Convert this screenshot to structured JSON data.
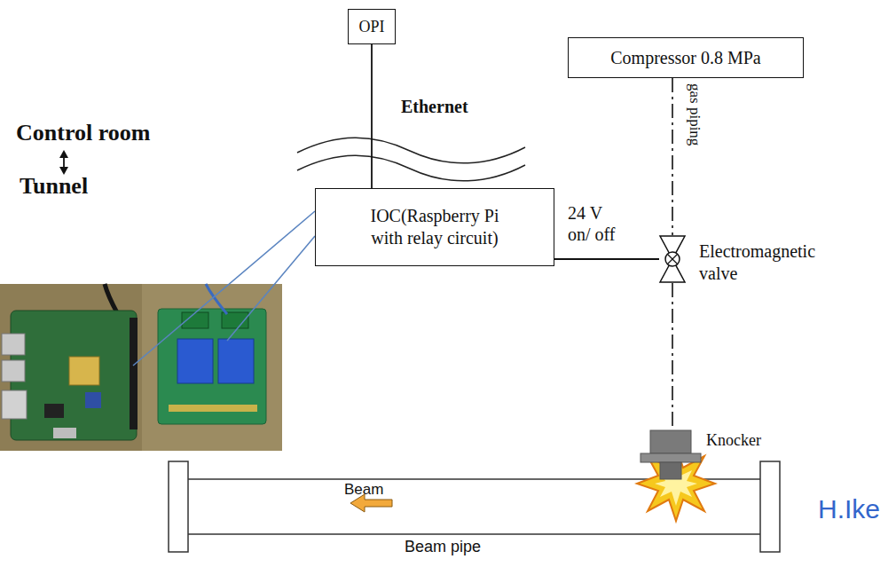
{
  "diagram": {
    "nodes": [
      {
        "text": [
          "OPI"
        ]
      },
      {
        "text": [
          "Compressor 0.8 MPa"
        ]
      },
      {
        "text": [
          "IOC(Raspberry Pi with relay circuit)"
        ]
      },
      {
        "text": [
          "Electromagnetic valve"
        ]
      },
      {
        "text": [
          "Knocker"
        ]
      }
    ],
    "edges": [
      {
        "from": 0,
        "to": 2,
        "label": "Ethernet",
        "arrow": "none"
      },
      {
        "from": 1,
        "to": 3,
        "label": "gas piping",
        "arrow": "none"
      },
      {
        "from": 2,
        "to": 3,
        "label": "24 V on/ off",
        "arrow": "none"
      },
      {
        "from": 3,
        "to": 4,
        "arrow": "none"
      }
    ],
    "labels": [
      "Control room",
      "Tunnel",
      "Beam",
      "Beam pipe",
      "H.Ike"
    ]
  }
}
